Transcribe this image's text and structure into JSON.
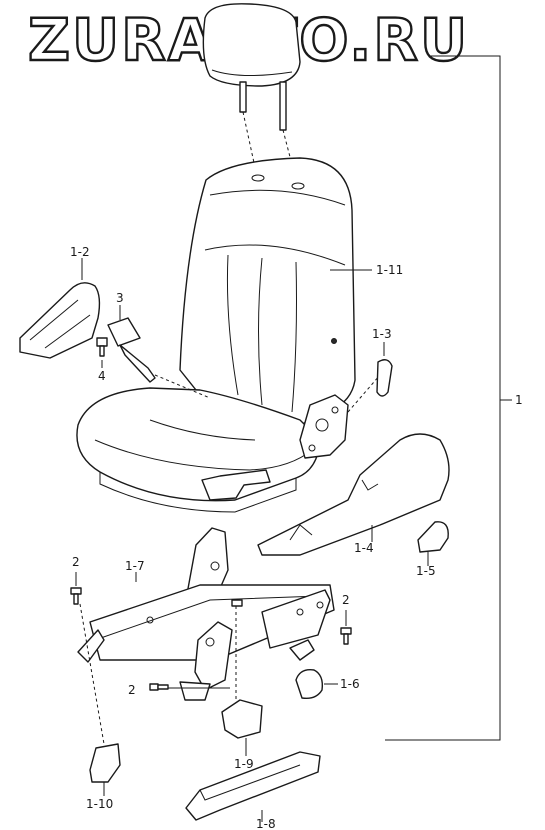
{
  "watermark": "ZURAVTO.RU",
  "labels": {
    "l1": "1",
    "l1_2": "1-2",
    "l1_3": "1-3",
    "l1_4": "1-4",
    "l1_5": "1-5",
    "l1_6": "1-6",
    "l1_7": "1-7",
    "l1_8": "1-8",
    "l1_9": "1-9",
    "l1_10": "1-10",
    "l1_11": "1-11",
    "l2a": "2",
    "l2b": "2",
    "l2c": "2",
    "l3": "3",
    "l4": "4"
  },
  "colors": {
    "line": "#1a1a1a",
    "background": "#ffffff"
  }
}
